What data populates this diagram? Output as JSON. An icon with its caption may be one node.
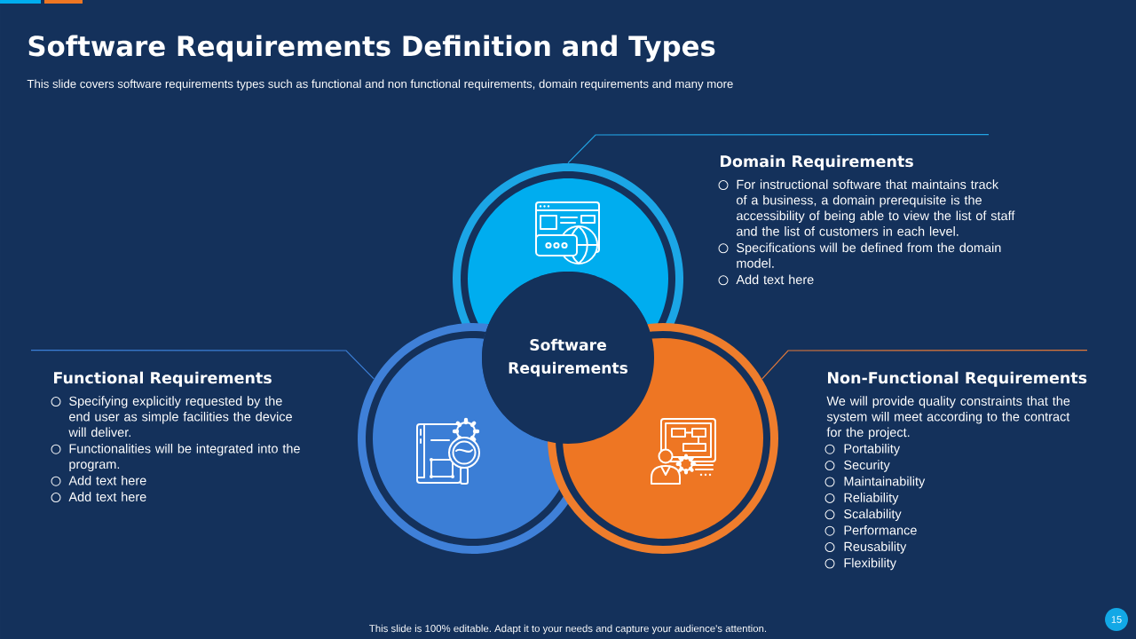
{
  "diagram": {
    "title": "Software Requirements Definition and Types",
    "nodes": [
      {
        "text": [
          "Software Requirements"
        ]
      },
      {
        "text": [],
        "shape": "circle"
      },
      {
        "text": [],
        "shape": "circle"
      },
      {
        "text": [],
        "shape": "circle"
      },
      {
        "text": [
          "Domain Requirements",
          "For instructional software that maintains track of a business, a domain prerequisite is the accessibility of being able to view the list of staff and the list of customers in each level.",
          "Specifications will be defined from the domain model.",
          "Add text here"
        ]
      },
      {
        "text": [
          "Functional Requirements",
          "Specifying explicitly requested by the end user as simple facilities the device will deliver.",
          "Functionalities will be integrated into the program.",
          "Add text here",
          "Add text here"
        ]
      },
      {
        "text": [
          "Non-Functional Requirements",
          "We will provide quality constraints that the system will meet according to the contract for the project.",
          "Portability",
          "Security",
          "Maintainability",
          "Reliability",
          "Scalability",
          "Performance",
          "Reusability",
          "Flexibility"
        ]
      }
    ],
    "edges": [
      {
        "from": 4,
        "to": 1,
        "arrow": "none",
        "color": "#22a4e4"
      },
      {
        "from": 5,
        "to": 2,
        "arrow": "none",
        "color": "#3c7fd6"
      },
      {
        "from": 6,
        "to": 3,
        "arrow": "none",
        "color": "#e0783a"
      }
    ],
    "labels": [
      "This slide covers software requirements types such as functional and non functional requirements, domain requirements and many more",
      "This slide is 100% editable. Adapt it to your needs and capture your audience's attention.",
      "15"
    ]
  }
}
